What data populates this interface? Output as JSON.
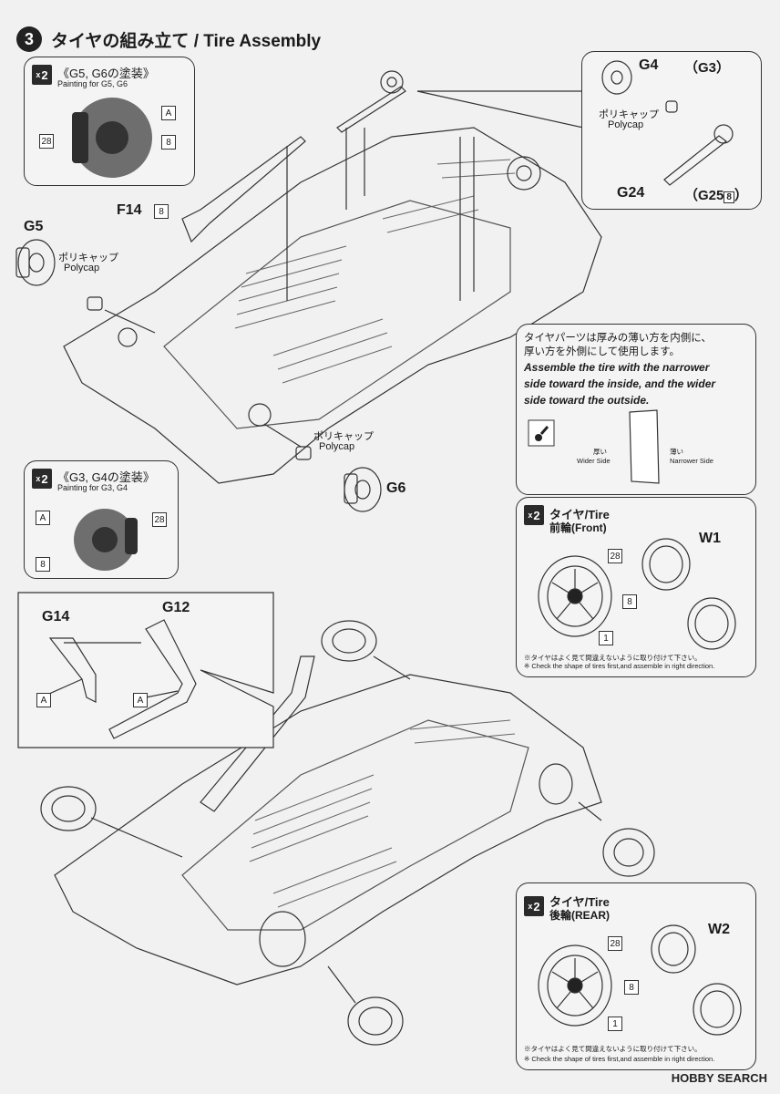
{
  "step": {
    "number": "3",
    "title": "タイヤの組み立て / Tire Assembly"
  },
  "paint_g56": {
    "qty": "2",
    "title": "《G5, G6の塗装》",
    "subtitle": "Painting for G5, G6",
    "labels": [
      "A",
      "28",
      "8"
    ]
  },
  "paint_g34": {
    "qty": "2",
    "title": "《G3, G4の塗装》",
    "subtitle": "Painting for G3, G4",
    "labels": [
      "A",
      "28",
      "8"
    ]
  },
  "parts": {
    "g5": "G5",
    "g6": "G6",
    "f14": "F14",
    "f14_box": "8",
    "g14": "G14",
    "g12": "G12",
    "g14_box": "A",
    "g12_box": "A"
  },
  "polycap": {
    "jp": "ポリキャップ",
    "en": "Polycap"
  },
  "rear_inset": {
    "g4": "G4",
    "g3": "（G3）",
    "g24": "G24",
    "g25": "（G25",
    "g25_box": "8",
    "g25_close": "）"
  },
  "tire_note": {
    "jp_line1": "タイヤパーツは厚みの薄い方を内側に、",
    "jp_line2": "厚い方を外側にして使用します。",
    "en_line1": "Assemble the tire with the narrower",
    "en_line2": "side toward the inside, and the wider",
    "en_line3": "side toward the outside.",
    "wider_jp": "厚い",
    "wider_en": "Wider Side",
    "narrower_jp": "薄い",
    "narrower_en": "Narrower Side"
  },
  "front_tire": {
    "qty": "2",
    "title": "タイヤ/Tire",
    "subtitle": "前輪(Front)",
    "part": "W1",
    "labels": [
      "28",
      "8",
      "1"
    ],
    "note_jp": "※タイヤはよく見て間違えないように取り付けて下さい。",
    "note_en": "※ Check the shape of tires first,and assemble in right direction."
  },
  "rear_tire": {
    "qty": "2",
    "title": "タイヤ/Tire",
    "subtitle": "後輪(REAR)",
    "part": "W2",
    "labels": [
      "28",
      "8",
      "1"
    ],
    "note_jp": "※タイヤはよく見て間違えないように取り付けて下さい。",
    "note_en": "※ Check the shape of tires first,and assemble in right direction."
  },
  "watermark": {
    "text": "HOBBY SEARCH"
  }
}
